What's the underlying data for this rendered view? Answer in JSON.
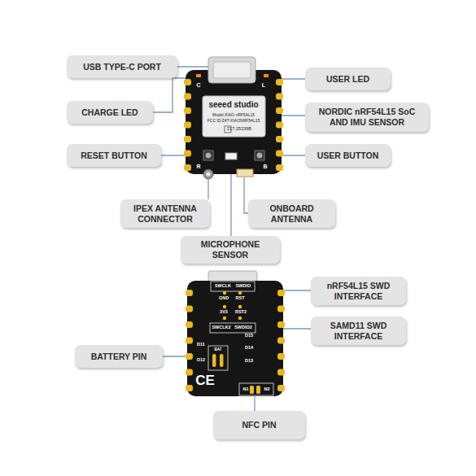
{
  "diagram": {
    "nodes": [
      {
        "text": [
          "USB TYPE-C PORT"
        ]
      },
      {
        "text": [
          "USER LED"
        ]
      },
      {
        "text": [
          "CHARGE LED"
        ]
      },
      {
        "text": [
          "NORDIC nRF54L15 SoC AND IMU SENSOR"
        ]
      },
      {
        "text": [
          "RESET BUTTON"
        ]
      },
      {
        "text": [
          "USER BUTTON"
        ]
      },
      {
        "text": [
          "IPEX ANTENNA CONNECTOR"
        ]
      },
      {
        "text": [
          "ONBOARD ANTENNA"
        ]
      },
      {
        "text": [
          "MICROPHONE SENSOR"
        ]
      },
      {
        "text": [
          "nRF54L15 SWD INTERFACE"
        ]
      },
      {
        "text": [
          "SAMD11 SWD INTERFACE"
        ]
      },
      {
        "text": [
          "BATTERY PIN"
        ]
      },
      {
        "text": [
          "NFC PIN"
        ]
      }
    ],
    "labels": [
      "C",
      "L",
      "seeed studio",
      "Model:XIAO-nRF54L15",
      "FCC ID:Z4T-XIAONRF54L15",
      "217-25239B",
      "R",
      "B",
      "SWCLK",
      "SWDIO",
      "GND",
      "RST",
      "3V3",
      "RST2",
      "SWCLK2",
      "SWDIO2",
      "D15",
      "D11",
      "BAT",
      "D14",
      "D12",
      "D13",
      "CE",
      "N1",
      "N2"
    ]
  }
}
